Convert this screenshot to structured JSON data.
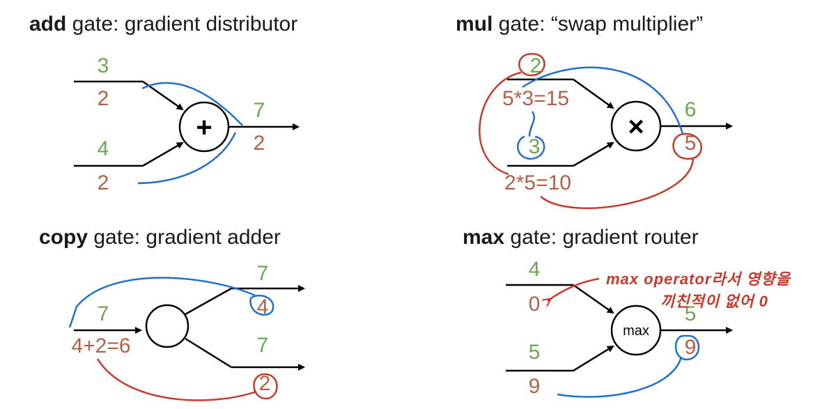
{
  "colors": {
    "forward": "#6aa84f",
    "backward": "#b45f45",
    "pen_red": "#c9392b",
    "pen_blue": "#1f6fd1",
    "line": "#000000"
  },
  "panels": {
    "add": {
      "title_kw": "add",
      "title_rest": " gate: gradient distributor",
      "in1_fwd": "3",
      "in1_grad": "2",
      "in2_fwd": "4",
      "in2_grad": "2",
      "out_fwd": "7",
      "out_grad": "2",
      "op": "+"
    },
    "mul": {
      "title_kw": "mul",
      "title_rest": " gate: “swap multiplier”",
      "in1_fwd": "2",
      "in1_grad": "5*3=15",
      "in2_fwd": "3",
      "in2_grad": "2*5=10",
      "out_fwd": "6",
      "out_grad": "5",
      "op": "×"
    },
    "copy": {
      "title_kw": "copy",
      "title_rest": " gate: gradient adder",
      "in_fwd": "7",
      "in_grad": "4+2=6",
      "out1_fwd": "7",
      "out1_grad": "4",
      "out2_fwd": "7",
      "out2_grad": "2"
    },
    "max": {
      "title_kw": "max",
      "title_rest": " gate: gradient router",
      "in1_fwd": "4",
      "in1_grad": "0",
      "in2_fwd": "5",
      "in2_grad": "9",
      "out_fwd": "5",
      "out_grad": "9",
      "op": "max",
      "note_line1": "max operator라서 영향을",
      "note_line2": "끼친적이 없어 0"
    }
  }
}
